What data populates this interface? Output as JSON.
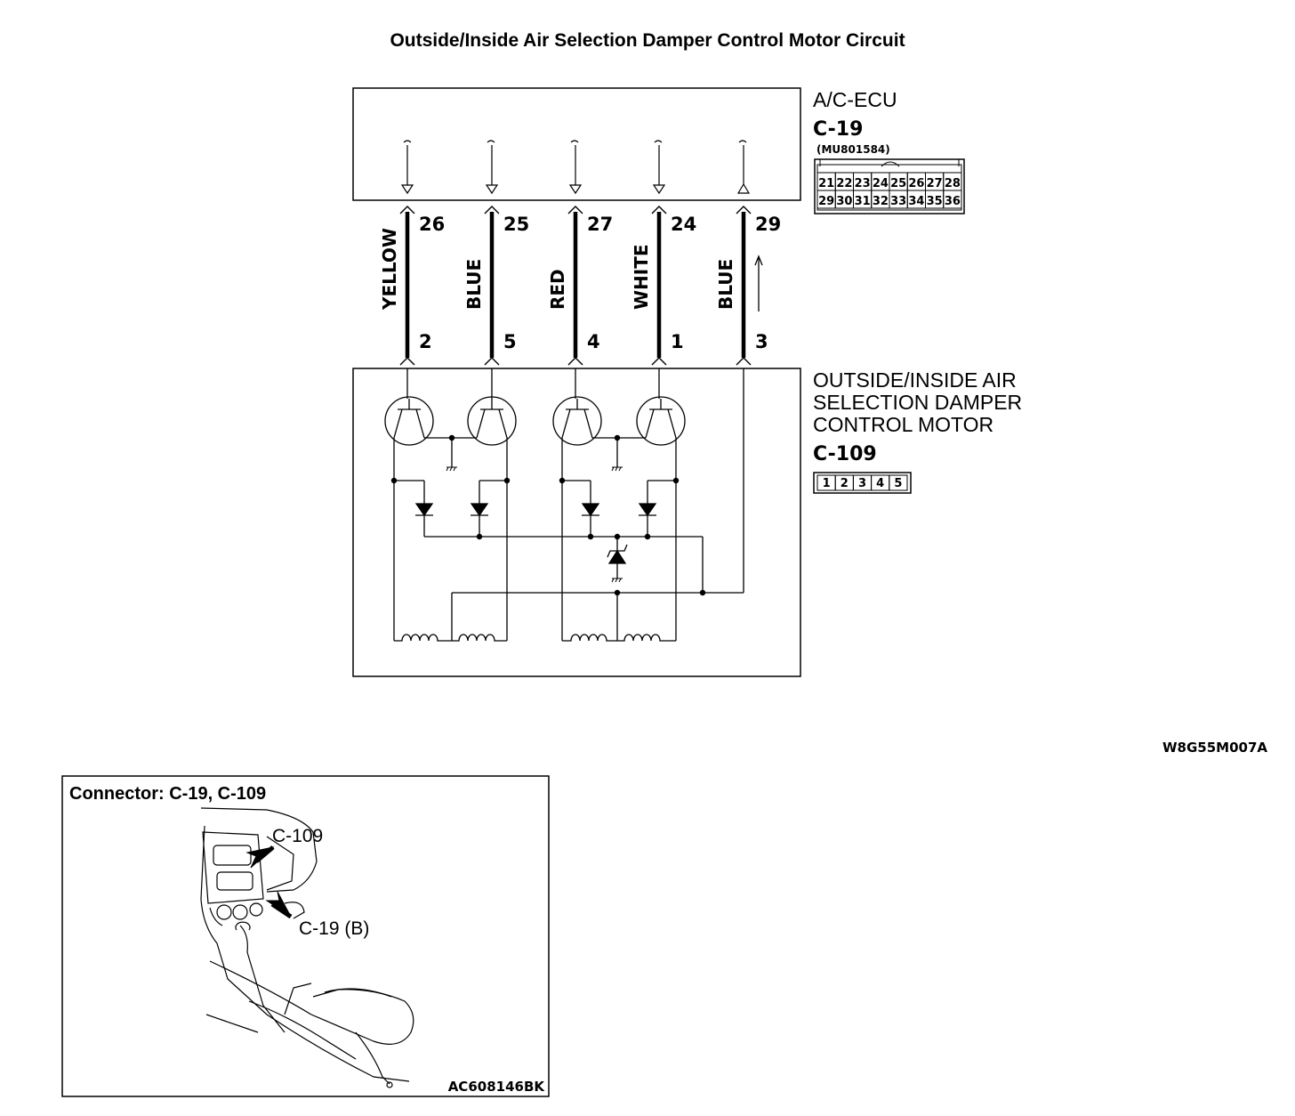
{
  "title": "Outside/Inside Air Selection Damper Control Motor Circuit",
  "ecu": {
    "name": "A/C-ECU",
    "connector": "C-19",
    "part_number": "(MU801584)",
    "pins_row1": [
      "21",
      "22",
      "23",
      "24",
      "25",
      "26",
      "27",
      "28"
    ],
    "pins_row2": [
      "29",
      "30",
      "31",
      "32",
      "33",
      "34",
      "35",
      "36"
    ]
  },
  "motor": {
    "name_lines": [
      "OUTSIDE/INSIDE AIR",
      "SELECTION DAMPER",
      "CONTROL MOTOR"
    ],
    "connector": "C-109",
    "pins": [
      "1",
      "2",
      "3",
      "4",
      "5"
    ]
  },
  "wires": [
    {
      "color": "YELLOW",
      "ecu_pin": "26",
      "motor_pin": "2"
    },
    {
      "color": "BLUE",
      "ecu_pin": "25",
      "motor_pin": "5"
    },
    {
      "color": "RED",
      "ecu_pin": "27",
      "motor_pin": "4"
    },
    {
      "color": "WHITE",
      "ecu_pin": "24",
      "motor_pin": "1"
    },
    {
      "color": "BLUE",
      "ecu_pin": "29",
      "motor_pin": "3"
    }
  ],
  "diagram_code": "W8G55M007A",
  "connector_box": {
    "title": "Connector: C-19, C-109",
    "label_c109": "C-109",
    "label_c19": "C-19 (B)",
    "figure_code": "AC608146BK"
  }
}
